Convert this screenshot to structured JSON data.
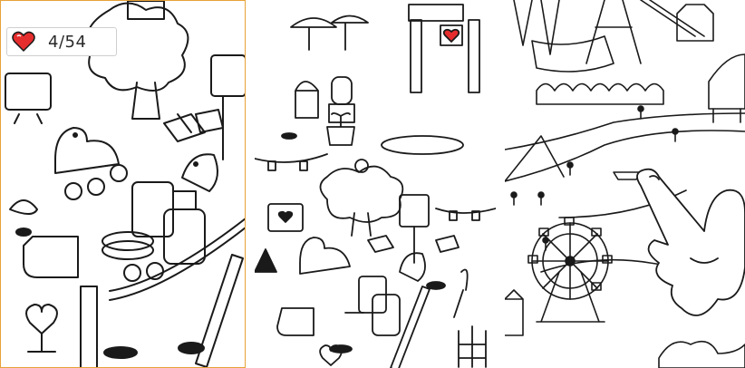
{
  "hud": {
    "found": 4,
    "total": 54,
    "counter_text": "4/54",
    "icon": "heart-icon",
    "heart_color": "#e52d2d"
  },
  "colors": {
    "panel_frame": "#e8a23a",
    "ink": "#1a1a1a",
    "accent_heart": "#e52d2d"
  }
}
